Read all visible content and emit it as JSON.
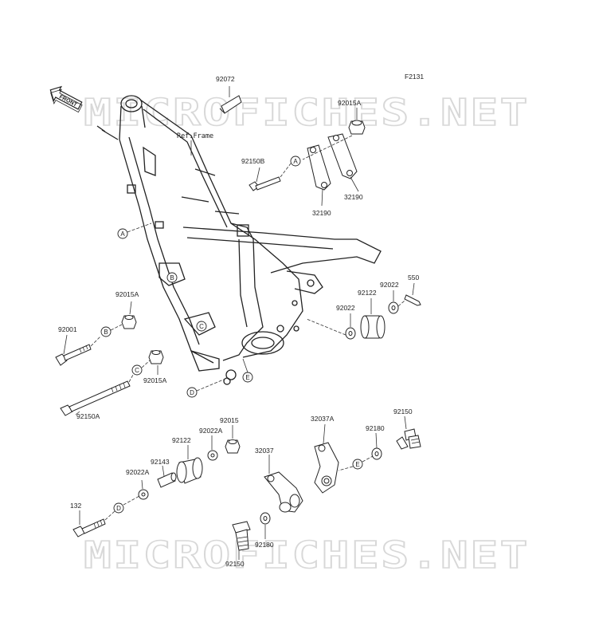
{
  "figure_id": "F2131",
  "front_label": "FRONT",
  "watermark": "MICROFICHES.NET",
  "ref_frame": "Ref.Frame",
  "callouts": {
    "a": "A",
    "b": "B",
    "c": "C",
    "d": "D",
    "e": "E"
  },
  "parts": {
    "p92072": "92072",
    "p92015A_top": "92015A",
    "p92150B": "92150B",
    "p32190_a": "32190",
    "p32190_b": "32190",
    "p92015A_left": "92015A",
    "p92001": "92001",
    "p92015A_c": "92015A",
    "p92150A": "92150A",
    "p550": "550",
    "p92022_a": "92022",
    "p92122_a": "92122",
    "p92022_b": "92022",
    "p92015": "92015",
    "p92022A_a": "92022A",
    "p92122_b": "92122",
    "p92143": "92143",
    "p92022A_b": "92022A",
    "p132": "132",
    "p32037A": "32037A",
    "p32037": "32037",
    "p92180_a": "92180",
    "p92150": "92150",
    "p92180_b": "92180",
    "p92150_c": "92150"
  }
}
